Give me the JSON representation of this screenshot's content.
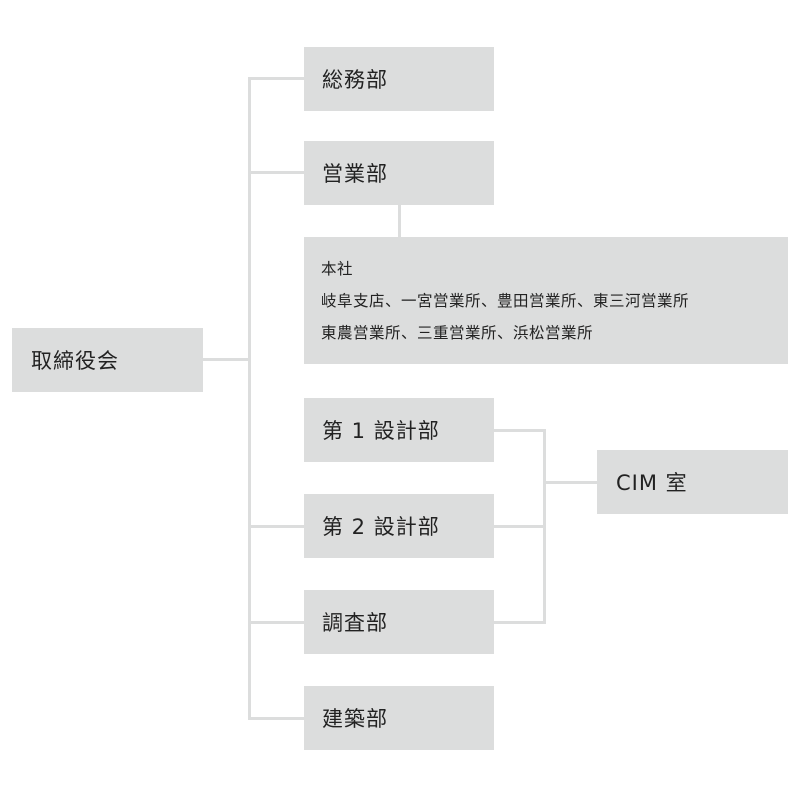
{
  "org_chart": {
    "root": {
      "label": "取締役会"
    },
    "departments": [
      {
        "id": "soumu",
        "label": "総務部"
      },
      {
        "id": "eigyo",
        "label": "営業部"
      },
      {
        "id": "sekkei1",
        "label": "第 1 設計部"
      },
      {
        "id": "sekkei2",
        "label": "第 2 設計部"
      },
      {
        "id": "chousa",
        "label": "調査部"
      },
      {
        "id": "kenchiku",
        "label": "建築部"
      }
    ],
    "sales_offices": {
      "parent": "営業部",
      "lines": [
        "本社",
        "岐阜支店、一宮営業所、豊田営業所、東三河営業所",
        "東農営業所、三重営業所、浜松営業所"
      ]
    },
    "cim": {
      "label": "CIM 室",
      "connected_from": [
        "第 1 設計部",
        "第 2 設計部",
        "調査部"
      ]
    }
  },
  "colors": {
    "box_fill": "#dcdddd",
    "connector": "#dcdddd",
    "text": "#222222",
    "background": "#ffffff"
  }
}
